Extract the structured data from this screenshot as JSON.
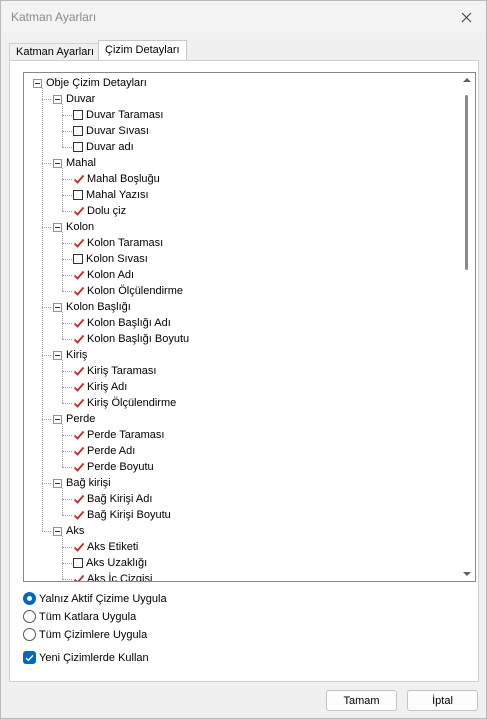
{
  "window": {
    "title": "Katman Ayarları"
  },
  "tabs": [
    {
      "label": "Katman Ayarları"
    },
    {
      "label": "Çizim Detayları"
    }
  ],
  "tree": {
    "root": "Obje Çizim Detayları",
    "groups": [
      {
        "label": "Duvar",
        "items": [
          {
            "label": "Duvar Taraması",
            "checked": false
          },
          {
            "label": "Duvar Sıvası",
            "checked": false
          },
          {
            "label": "Duvar adı",
            "checked": false
          }
        ]
      },
      {
        "label": "Mahal",
        "items": [
          {
            "label": "Mahal Boşluğu",
            "checked": true
          },
          {
            "label": "Mahal Yazısı",
            "checked": false
          },
          {
            "label": "Dolu çiz",
            "checked": true
          }
        ]
      },
      {
        "label": "Kolon",
        "items": [
          {
            "label": "Kolon Taraması",
            "checked": true
          },
          {
            "label": "Kolon Sıvası",
            "checked": false
          },
          {
            "label": "Kolon Adı",
            "checked": true
          },
          {
            "label": "Kolon Ölçülendirme",
            "checked": true
          }
        ]
      },
      {
        "label": "Kolon Başlığı",
        "items": [
          {
            "label": "Kolon Başlığı Adı",
            "checked": true
          },
          {
            "label": "Kolon Başlığı Boyutu",
            "checked": true
          }
        ]
      },
      {
        "label": "Kiriş",
        "items": [
          {
            "label": "Kiriş Taraması",
            "checked": true
          },
          {
            "label": "Kiriş Adı",
            "checked": true
          },
          {
            "label": "Kiriş Ölçülendirme",
            "checked": true
          }
        ]
      },
      {
        "label": "Perde",
        "items": [
          {
            "label": "Perde Taraması",
            "checked": true
          },
          {
            "label": "Perde Adı",
            "checked": true
          },
          {
            "label": "Perde Boyutu",
            "checked": true
          }
        ]
      },
      {
        "label": "Bağ  kirişi",
        "items": [
          {
            "label": "Bağ Kirişi Adı",
            "checked": true
          },
          {
            "label": "Bağ Kirişi Boyutu",
            "checked": true
          }
        ]
      },
      {
        "label": "Aks",
        "items": [
          {
            "label": "Aks Etiketi",
            "checked": true
          },
          {
            "label": "Aks Uzaklığı",
            "checked": false
          },
          {
            "label": "Aks İç Çizgisi",
            "checked": true
          }
        ]
      }
    ]
  },
  "options": {
    "radios": [
      {
        "label": "Yalnız Aktif Çizime Uygula",
        "selected": true
      },
      {
        "label": "Tüm Katlara Uygula",
        "selected": false
      },
      {
        "label": "Tüm Çizimlere Uygula",
        "selected": false
      }
    ],
    "checkbox": {
      "label": "Yeni Çizimlerde Kullan",
      "checked": true
    }
  },
  "buttons": {
    "ok": "Tamam",
    "cancel": "İptal"
  },
  "colors": {
    "accent": "#0067c0",
    "tick": "#d4202a"
  }
}
